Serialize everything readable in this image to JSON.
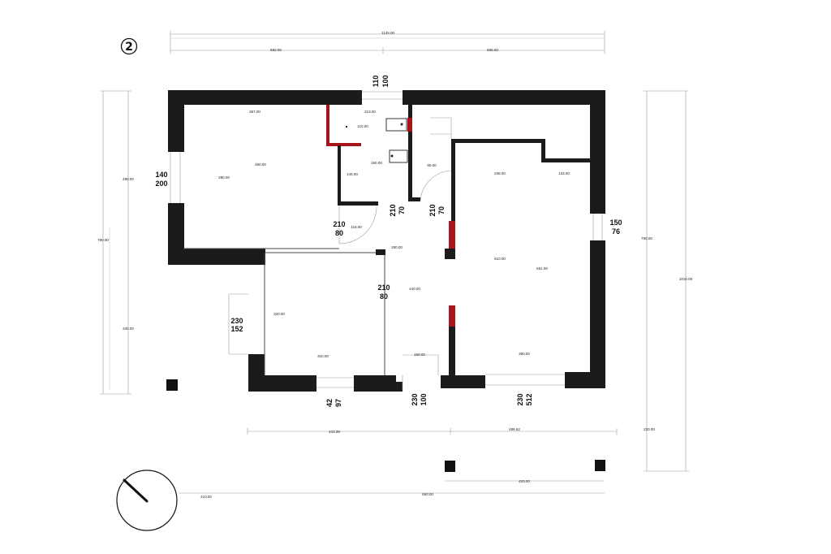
{
  "plan": {
    "floor_number": "2",
    "overall": {
      "top_total": "1145.00",
      "top_left": "582.00",
      "top_right": "565.00",
      "left_total": "790.00",
      "left_upper": "480.00",
      "left_lower": "330.00",
      "right_inner": "790.00",
      "right_outer": "1010.00",
      "right_extension": "220.00",
      "bottom_left": "443.38",
      "bottom_right": "486.62",
      "terrace_width": "420.00",
      "site_total": "850.00",
      "compass_offset": "210.00"
    },
    "rooms": {
      "bedroom": {
        "w_top": "367.00",
        "w_mid": "460.00",
        "h": "280.00"
      },
      "bathroom": {
        "w": "213.00",
        "d1": "110.00",
        "d2": "160.00",
        "d3": "145.00"
      },
      "hall": {
        "w1": "115.00",
        "w2": "280.00",
        "h": "440.00",
        "door_w": "160.00"
      },
      "stair": {
        "w": "90.00"
      },
      "living": {
        "w_top": "238.00",
        "w_right": "133.00",
        "h1": "610.00",
        "h2": "551.00",
        "w_bottom": "350.00"
      },
      "room2": {
        "h": "320.00",
        "w": "310.00"
      }
    },
    "openings": [
      {
        "top": "110",
        "bottom": "100"
      },
      {
        "top": "140",
        "bottom": "200"
      },
      {
        "top": "210",
        "bottom": "70"
      },
      {
        "top": "210",
        "bottom": "70"
      },
      {
        "top": "210",
        "bottom": "80"
      },
      {
        "top": "150",
        "bottom": "76"
      },
      {
        "top": "210",
        "bottom": "80"
      },
      {
        "top": "230",
        "bottom": "152"
      },
      {
        "top": "42",
        "bottom": "97"
      },
      {
        "top": "230",
        "bottom": "100"
      },
      {
        "top": "230",
        "bottom": "512"
      }
    ]
  }
}
